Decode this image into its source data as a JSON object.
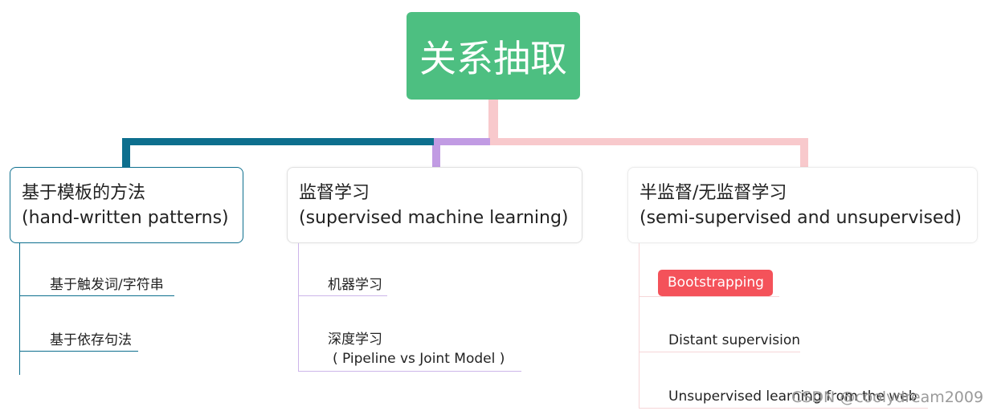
{
  "root": {
    "label": "关系抽取"
  },
  "branches": [
    {
      "title": "基于模板的方法",
      "subtitle": "(hand-written patterns)",
      "items": [
        "基于触发词/字符串",
        "基于依存句法"
      ]
    },
    {
      "title": "监督学习",
      "subtitle": "(supervised machine learning)",
      "items": [
        "机器学习",
        "深度学习",
        "( Pipeline vs Joint Model )"
      ]
    },
    {
      "title": "半监督/无监督学习",
      "subtitle": "(semi-supervised and unsupervised)",
      "items": [
        "Bootstrapping",
        "Distant supervision",
        "Unsupervised learning from the web"
      ]
    }
  ],
  "colors": {
    "root": "#4dbf81",
    "branch1": "#0d6f8e",
    "branch2": "#c19be3",
    "branch3": "#f8c9cc",
    "highlight": "#f4525a"
  },
  "watermark": "CSDN @coolydream2009"
}
